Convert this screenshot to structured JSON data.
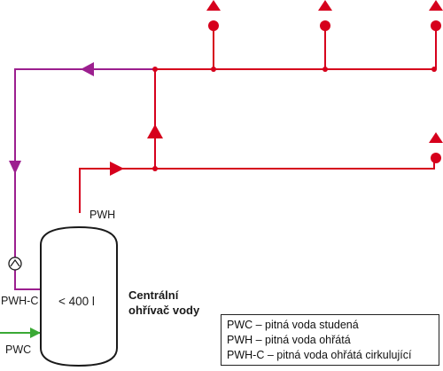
{
  "labels": {
    "pwh": "PWH",
    "pwh_c": "PWH-C",
    "pwc": "PWC",
    "volume": "< 400 l",
    "heater_line1": "Centrální",
    "heater_line2": "ohřívač vody"
  },
  "legend": {
    "items": [
      "PWC – pitná voda studená",
      "PWH – pitná voda ohřátá",
      "PWH-C – pitná voda ohřátá cirkulující"
    ]
  },
  "colors": {
    "pwh": "#d6001c",
    "pwh_c": "#9c1f8f",
    "pwc": "#3aa935",
    "outline": "#1a1a1a"
  },
  "icons": {
    "pump": "circulation-pump-icon",
    "tap": "tap-outlet-icon",
    "flow": "flow-arrow-icon"
  }
}
